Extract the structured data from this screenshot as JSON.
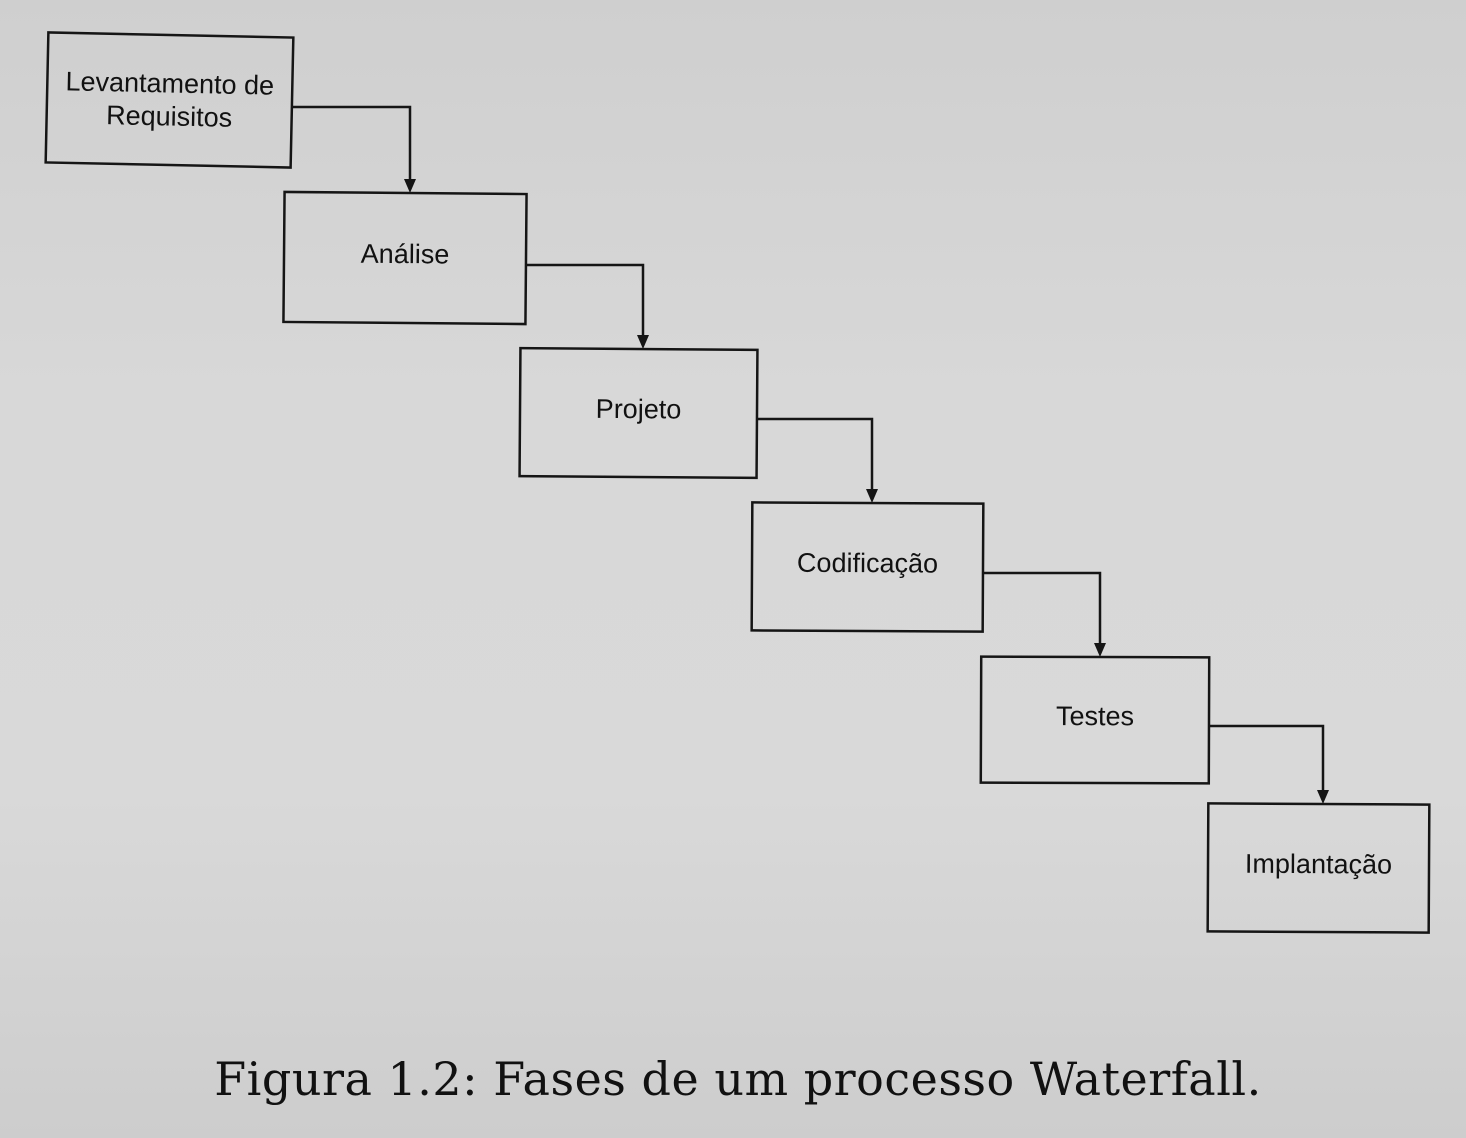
{
  "diagram": {
    "type": "waterfall",
    "phases": [
      {
        "id": "levantamento",
        "label_lines": [
          "Levantamento de",
          "Requisitos"
        ]
      },
      {
        "id": "analise",
        "label_lines": [
          "Análise"
        ]
      },
      {
        "id": "projeto",
        "label_lines": [
          "Projeto"
        ]
      },
      {
        "id": "codificacao",
        "label_lines": [
          "Codificação"
        ]
      },
      {
        "id": "testes",
        "label_lines": [
          "Testes"
        ]
      },
      {
        "id": "implantacao",
        "label_lines": [
          "Implantação"
        ]
      }
    ],
    "connections": [
      {
        "from": "levantamento",
        "to": "analise"
      },
      {
        "from": "analise",
        "to": "projeto"
      },
      {
        "from": "projeto",
        "to": "codificacao"
      },
      {
        "from": "codificacao",
        "to": "testes"
      },
      {
        "from": "testes",
        "to": "implantacao"
      }
    ]
  },
  "caption": {
    "text": "Figura 1.2: Fases de um processo Waterfall."
  }
}
